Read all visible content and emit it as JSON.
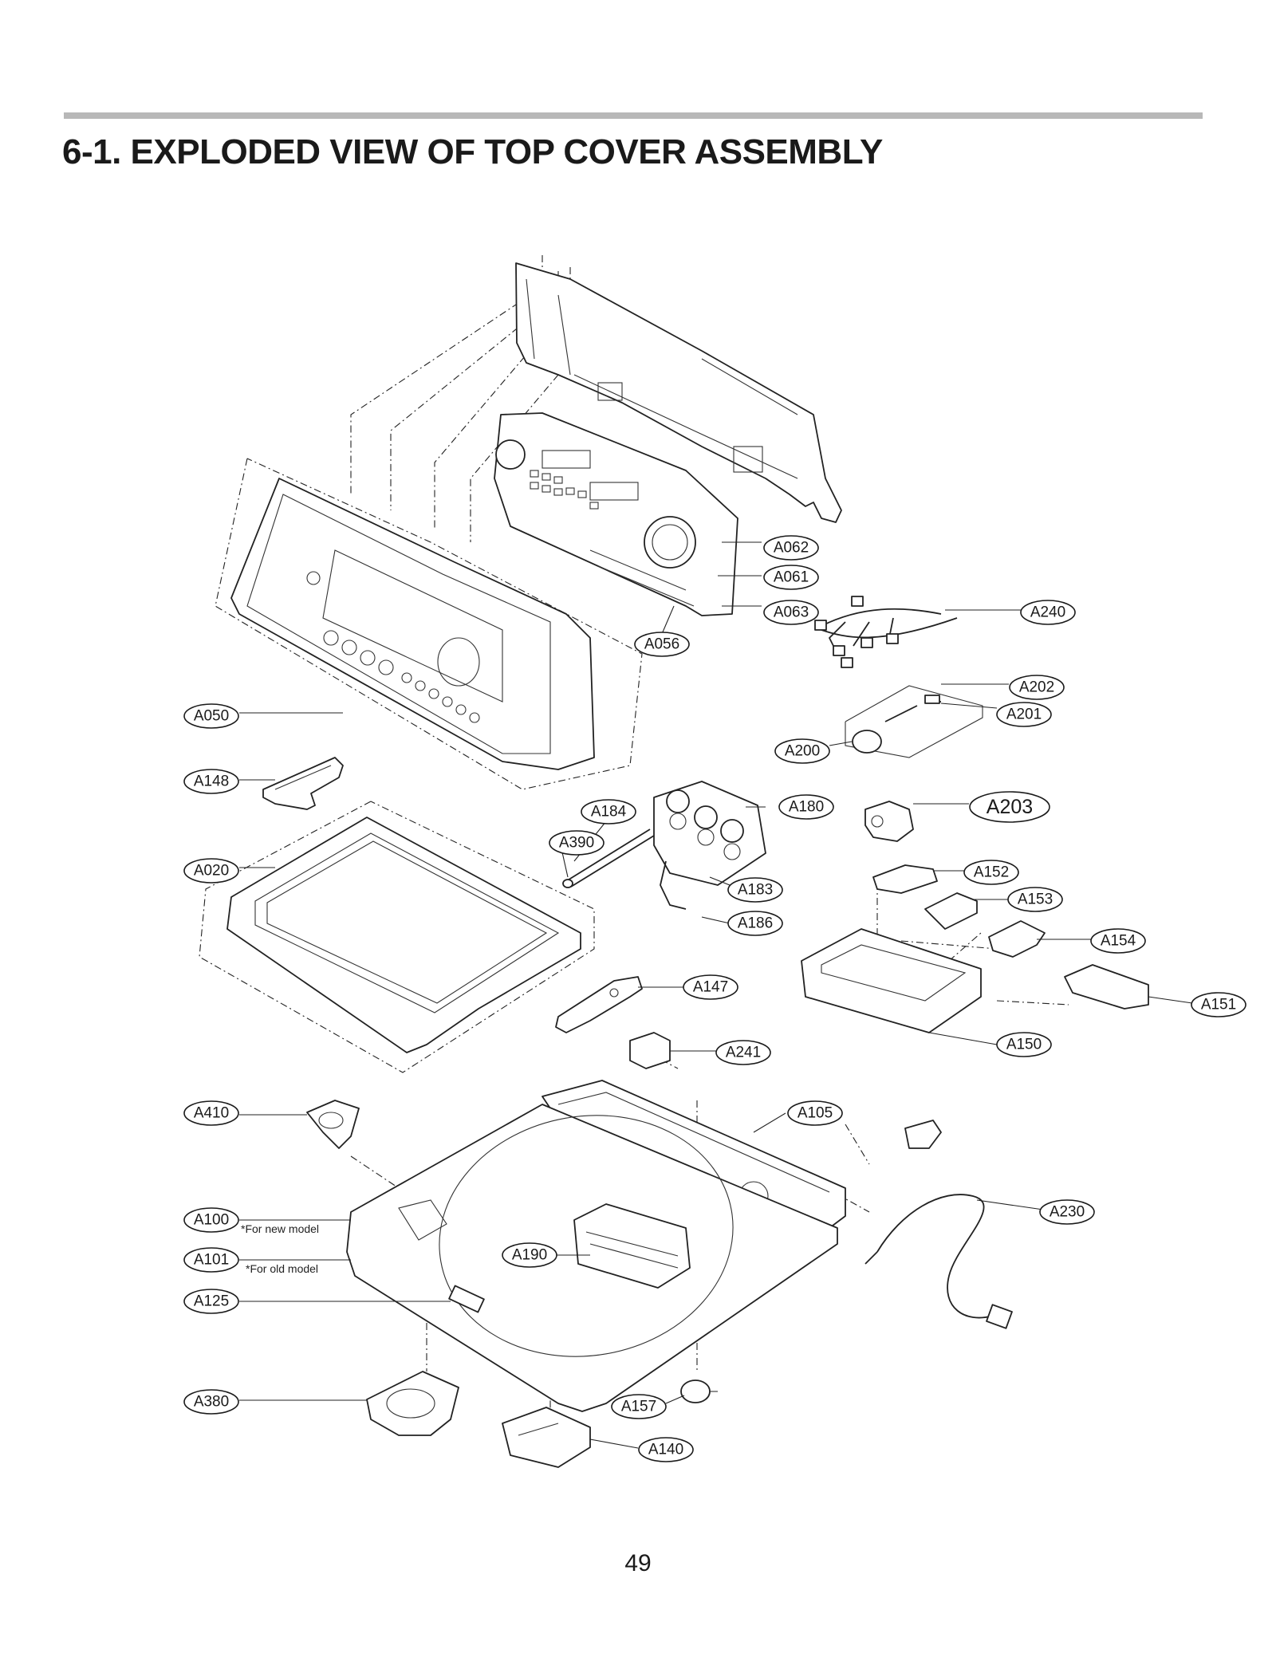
{
  "header": {
    "title": "6-1. EXPLODED VIEW OF TOP COVER ASSEMBLY"
  },
  "callouts": {
    "A062": "A062",
    "A061": "A061",
    "A063": "A063",
    "A056": "A056",
    "A240": "A240",
    "A202": "A202",
    "A201": "A201",
    "A200": "A200",
    "A050": "A050",
    "A148": "A148",
    "A184": "A184",
    "A180": "A180",
    "A203": "A203",
    "A390": "A390",
    "A183": "A183",
    "A020": "A020",
    "A152": "A152",
    "A153": "A153",
    "A186": "A186",
    "A154": "A154",
    "A147": "A147",
    "A151": "A151",
    "A150": "A150",
    "A241": "A241",
    "A410": "A410",
    "A105": "A105",
    "A230": "A230",
    "A100": "A100",
    "A101": "A101",
    "A190": "A190",
    "A125": "A125",
    "A380": "A380",
    "A157": "A157",
    "A140": "A140"
  },
  "notes": {
    "new_model": "*For new model",
    "old_model": "*For old model"
  },
  "footer": {
    "page_number": "49"
  }
}
